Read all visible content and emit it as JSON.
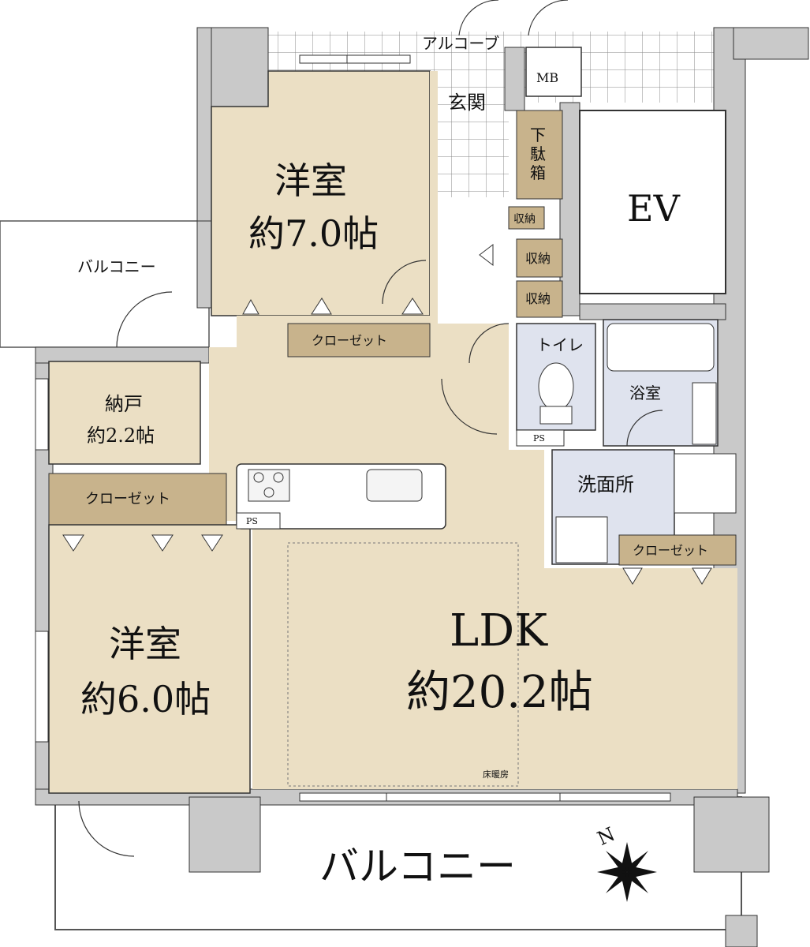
{
  "rooms": {
    "western1": {
      "name": "洋室",
      "size": "約7.0帖"
    },
    "western2": {
      "name": "洋室",
      "size": "約6.0帖"
    },
    "storage_room": {
      "name": "納戸",
      "size": "約2.2帖"
    },
    "ldk": {
      "name": "LDK",
      "size": "約20.2帖"
    },
    "entrance": "玄関",
    "alcove": "アルコーブ",
    "toilet": "トイレ",
    "bath": "浴室",
    "washroom": "洗面所",
    "elevator": "EV",
    "meter_box": "MB",
    "shoe_closet": [
      "下",
      "駄",
      "箱"
    ],
    "balcony_small": "バルコニー",
    "balcony_main": "バルコニー"
  },
  "closets": {
    "label": "クローゼット",
    "storage_label": "収納"
  },
  "misc": {
    "ps": "PS",
    "floor_heating": "床暖房",
    "north": "N"
  },
  "colors": {
    "wall": "#c9c9c9",
    "room_fill": "#ebdfc4",
    "closet_fill": "#c8b38c",
    "wet_fill": "#dfe3ee",
    "tile_line": "#7a7a7a"
  }
}
